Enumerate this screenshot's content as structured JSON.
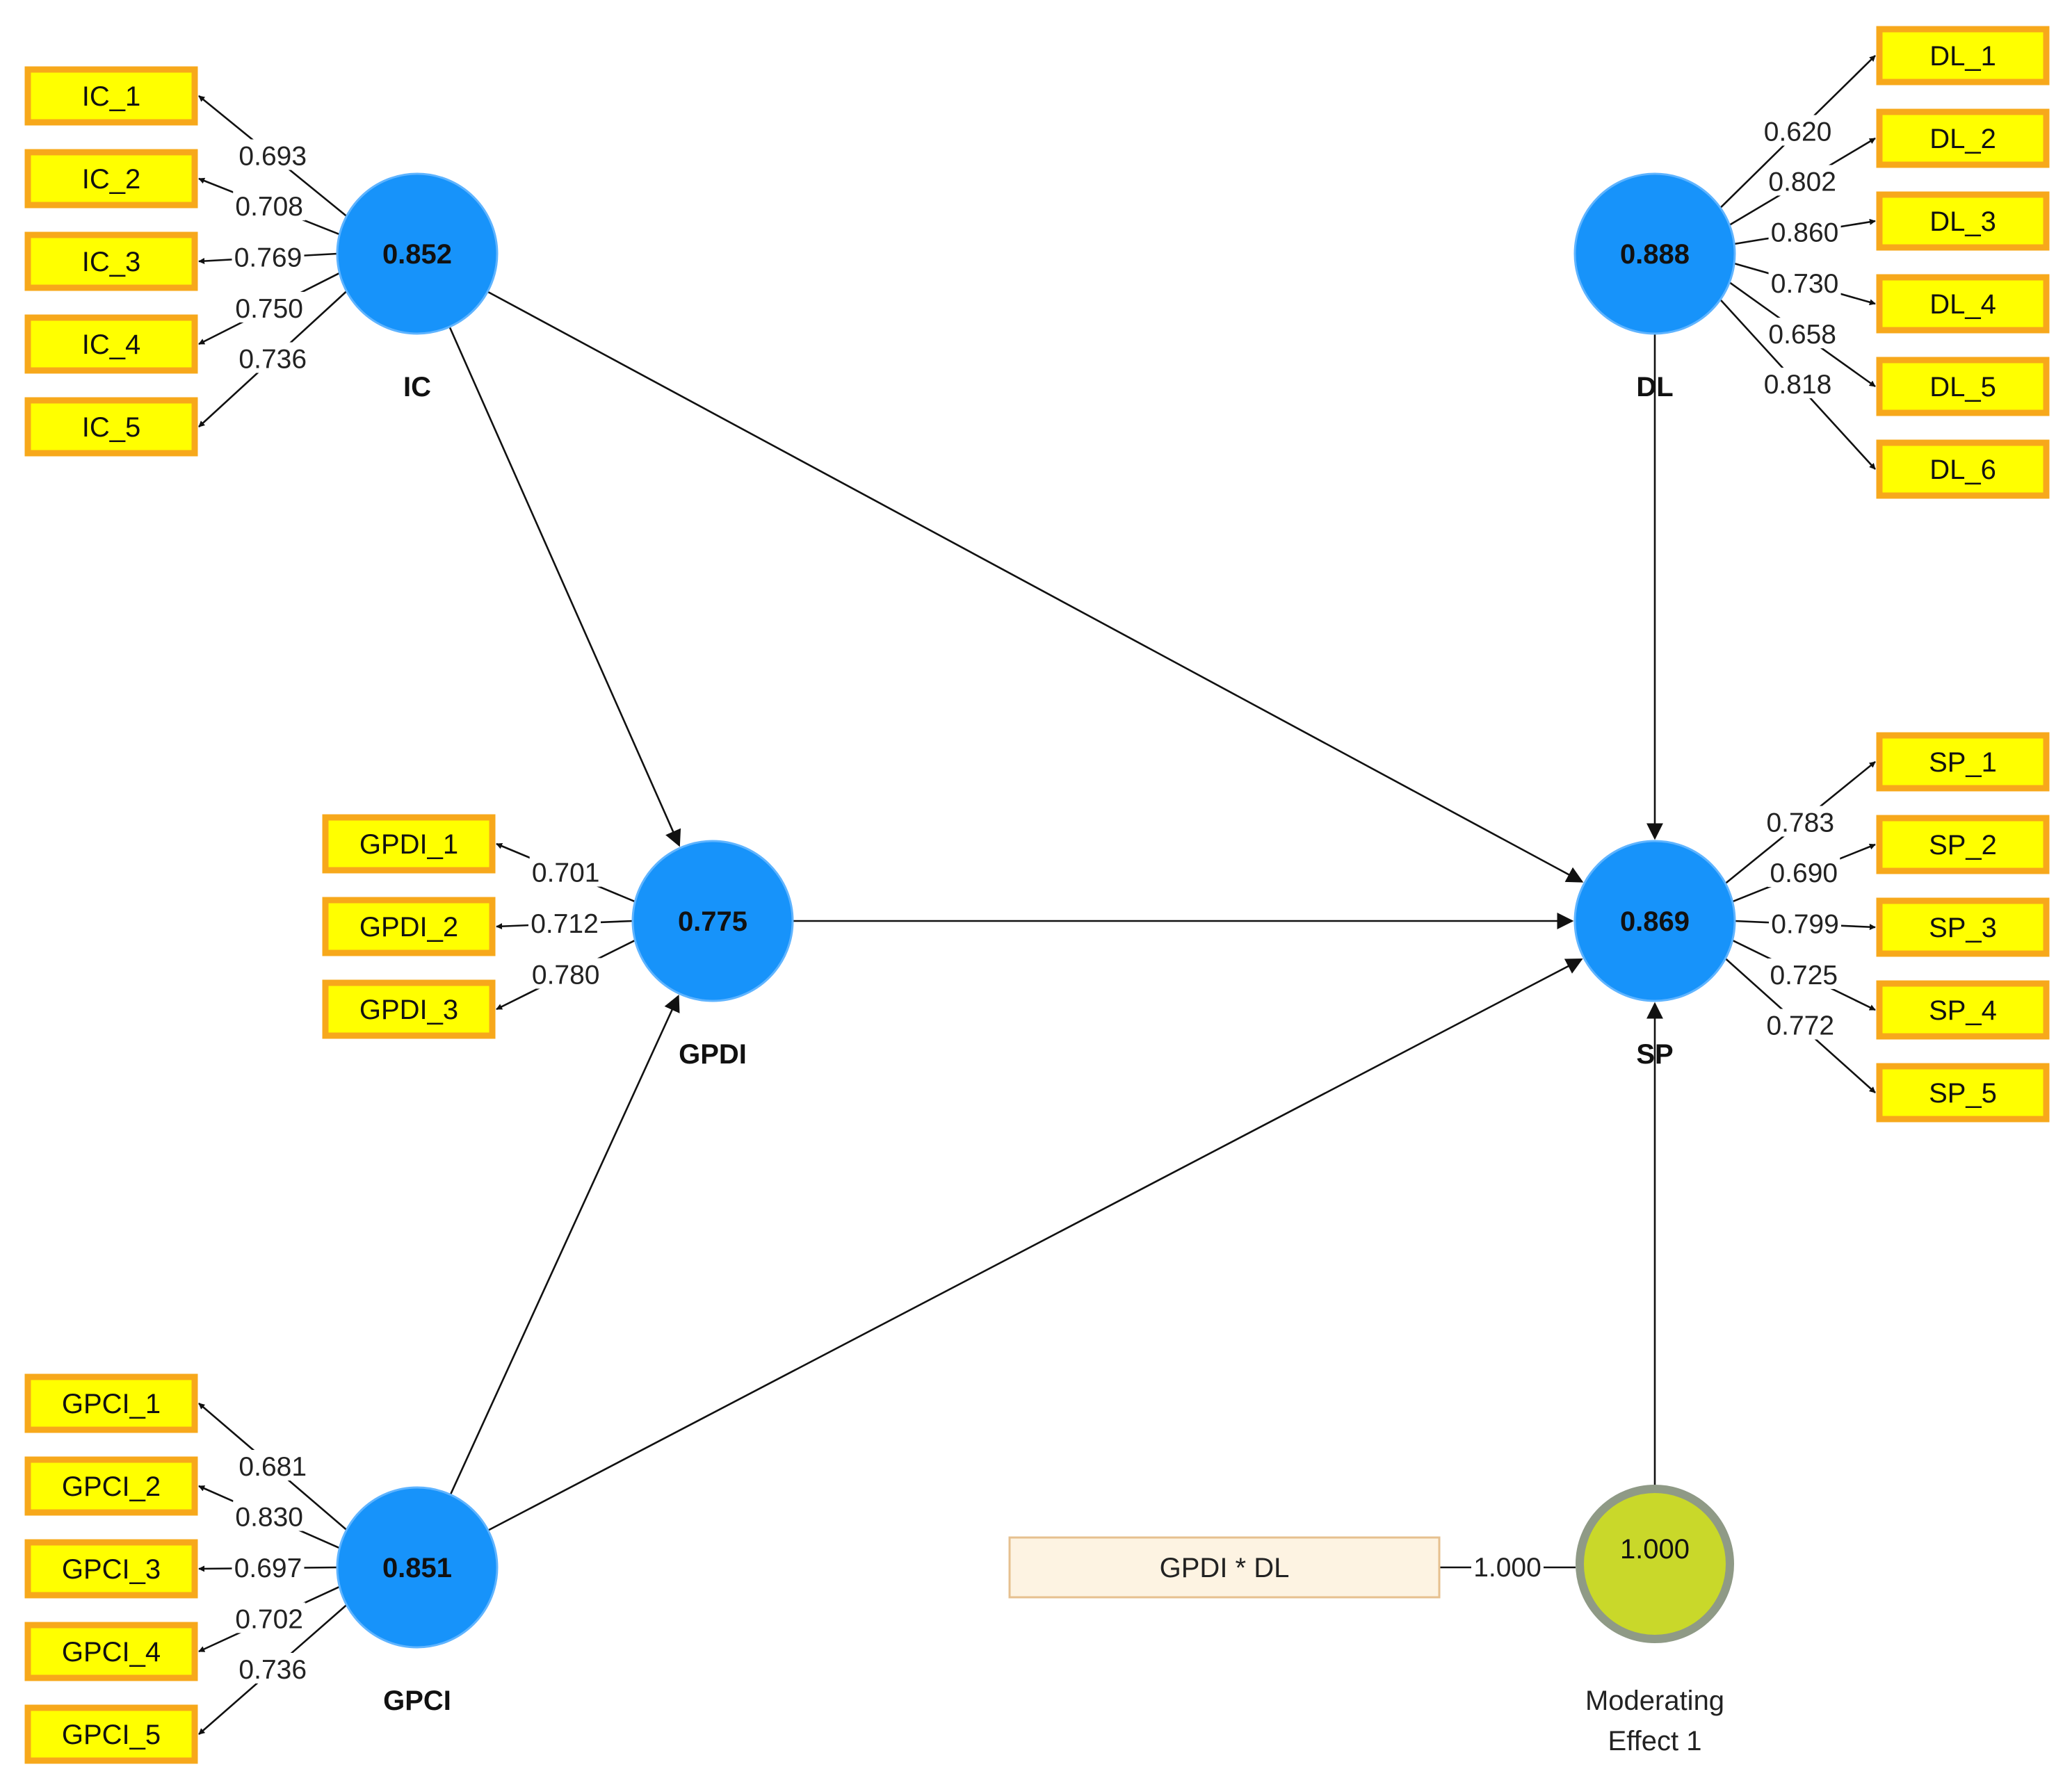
{
  "colors": {
    "latent_fill": "#1793fa",
    "indicator_fill": "#ffff00",
    "indicator_border": "#f7a81b",
    "moderator_fill": "#c9d82a",
    "moderator_border": "#8f9a86",
    "interaction_box_fill": "#fdf3e2",
    "edge": "#111111"
  },
  "latents": {
    "IC": {
      "label": "IC",
      "value": "0.852"
    },
    "GPDI": {
      "label": "GPDI",
      "value": "0.775"
    },
    "GPCI": {
      "label": "GPCI",
      "value": "0.851"
    },
    "DL": {
      "label": "DL",
      "value": "0.888"
    },
    "SP": {
      "label": "SP",
      "value": "0.869"
    }
  },
  "indicators": {
    "IC": [
      {
        "label": "IC_1",
        "loading": "0.693"
      },
      {
        "label": "IC_2",
        "loading": "0.708"
      },
      {
        "label": "IC_3",
        "loading": "0.769"
      },
      {
        "label": "IC_4",
        "loading": "0.750"
      },
      {
        "label": "IC_5",
        "loading": "0.736"
      }
    ],
    "GPDI": [
      {
        "label": "GPDI_1",
        "loading": "0.701"
      },
      {
        "label": "GPDI_2",
        "loading": "0.712"
      },
      {
        "label": "GPDI_3",
        "loading": "0.780"
      }
    ],
    "GPCI": [
      {
        "label": "GPCI_1",
        "loading": "0.681"
      },
      {
        "label": "GPCI_2",
        "loading": "0.830"
      },
      {
        "label": "GPCI_3",
        "loading": "0.697"
      },
      {
        "label": "GPCI_4",
        "loading": "0.702"
      },
      {
        "label": "GPCI_5",
        "loading": "0.736"
      }
    ],
    "DL": [
      {
        "label": "DL_1",
        "loading": "0.620"
      },
      {
        "label": "DL_2",
        "loading": "0.802"
      },
      {
        "label": "DL_3",
        "loading": "0.860"
      },
      {
        "label": "DL_4",
        "loading": "0.730"
      },
      {
        "label": "DL_5",
        "loading": "0.658"
      },
      {
        "label": "DL_6",
        "loading": "0.818"
      }
    ],
    "SP": [
      {
        "label": "SP_1",
        "loading": "0.783"
      },
      {
        "label": "SP_2",
        "loading": "0.690"
      },
      {
        "label": "SP_3",
        "loading": "0.799"
      },
      {
        "label": "SP_4",
        "loading": "0.725"
      },
      {
        "label": "SP_5",
        "loading": "0.772"
      }
    ]
  },
  "paths": [
    {
      "from": "IC",
      "to": "GPDI"
    },
    {
      "from": "IC",
      "to": "SP"
    },
    {
      "from": "GPCI",
      "to": "GPDI"
    },
    {
      "from": "GPCI",
      "to": "SP"
    },
    {
      "from": "GPDI",
      "to": "SP"
    },
    {
      "from": "DL",
      "to": "SP"
    },
    {
      "from": "MOD",
      "to": "SP"
    }
  ],
  "moderator": {
    "interaction_term": "GPDI * DL",
    "loading": "1.000",
    "value": "1.000",
    "label_line1": "Moderating",
    "label_line2": "Effect 1"
  }
}
